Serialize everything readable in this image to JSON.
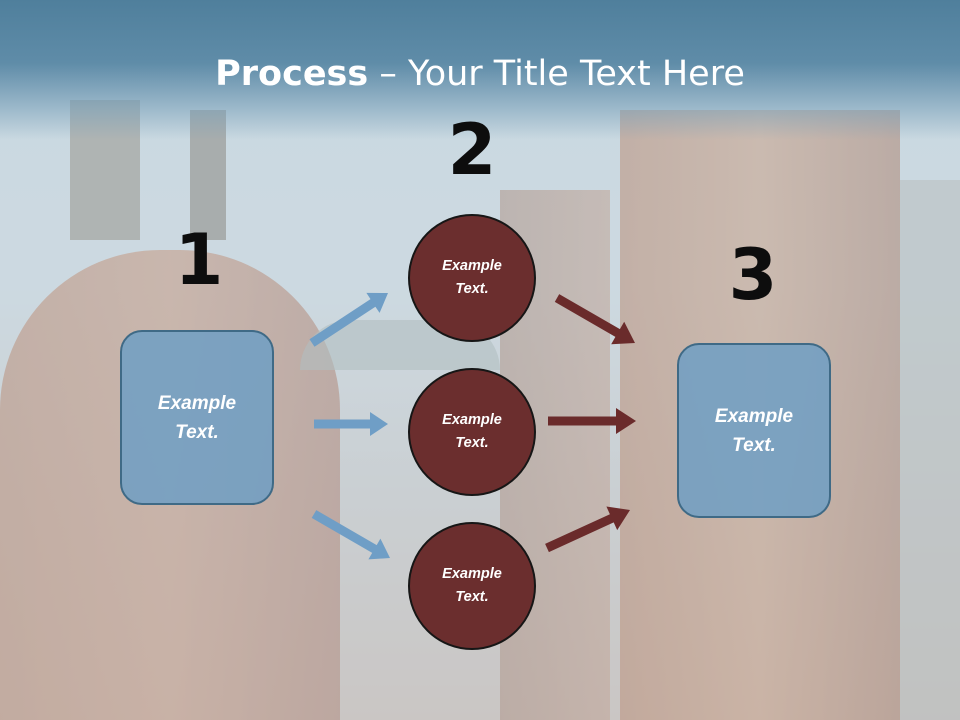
{
  "title": {
    "bold": "Process",
    "rest": " – Your Title Text Here"
  },
  "steps": {
    "one": "1",
    "two": "2",
    "three": "3"
  },
  "left_box": {
    "line1": "Example",
    "line2": "Text."
  },
  "right_box": {
    "line1": "Example",
    "line2": "Text."
  },
  "circles": [
    {
      "line1": "Example",
      "line2": "Text."
    },
    {
      "line1": "Example",
      "line2": "Text."
    },
    {
      "line1": "Example",
      "line2": "Text."
    }
  ],
  "colors": {
    "blue_box": "#6b9ec4",
    "circle_fill": "#6b2e2e",
    "blue_arrow": "#6f9ec6",
    "red_arrow": "#6a2b2b",
    "title_bar": "#4f7f9c"
  },
  "background": "faded industrial plant photo (rusty towers, chimneys)"
}
